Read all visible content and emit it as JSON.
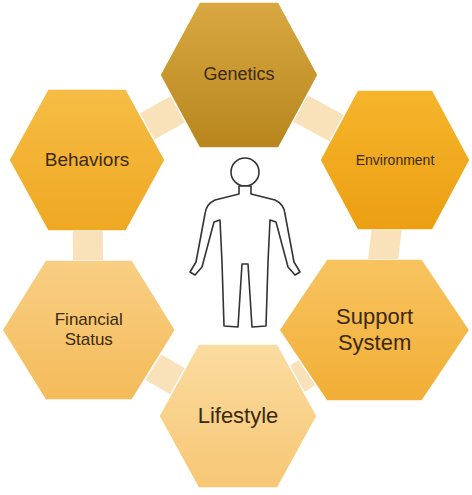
{
  "diagram": {
    "nodes": [
      {
        "text": [
          "Genetics"
        ]
      },
      {
        "text": [
          "Environment"
        ]
      },
      {
        "text": [
          "Support System"
        ]
      },
      {
        "text": [
          "Lifestyle"
        ]
      },
      {
        "text": [
          "Financial Status"
        ]
      },
      {
        "text": [
          "Behaviors"
        ]
      }
    ],
    "edges": [
      {
        "from": 0,
        "to": 1,
        "arrow": "none"
      },
      {
        "from": 1,
        "to": 2,
        "arrow": "none"
      },
      {
        "from": 2,
        "to": 3,
        "arrow": "none"
      },
      {
        "from": 3,
        "to": 4,
        "arrow": "none"
      },
      {
        "from": 4,
        "to": 5,
        "arrow": "none"
      },
      {
        "from": 5,
        "to": 0,
        "arrow": "none"
      }
    ]
  }
}
